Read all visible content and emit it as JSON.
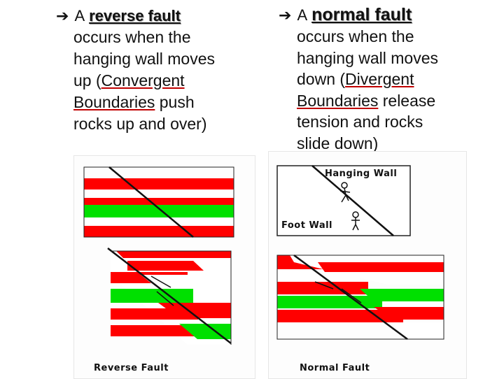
{
  "left": {
    "arrow_icon": "right-arrow",
    "a_word": "A",
    "term": "reverse fault",
    "lines": [
      "occurs when the",
      "hanging wall moves"
    ],
    "line3_pre": "up (",
    "link1": "Convergent",
    "link2": "Boundaries",
    "line4_post": " push",
    "line5": "rocks up and over)",
    "caption": "Reverse Fault"
  },
  "right": {
    "arrow_icon": "right-arrow",
    "a_word": "A",
    "term": "normal fault",
    "lines": [
      "occurs when the",
      "hanging wall moves"
    ],
    "line3_pre": "down (",
    "link1": "Divergent",
    "link2": "Boundaries",
    "line4_post": " release",
    "line5": "tension and rocks",
    "line6": "slide down)",
    "hanging_wall_label": "Hanging Wall",
    "foot_wall_label": "Foot Wall",
    "caption": "Normal Fault"
  },
  "colors": {
    "red": "#ff0000",
    "green": "#00e000",
    "white": "#ffffff",
    "accent": "#c00000"
  }
}
